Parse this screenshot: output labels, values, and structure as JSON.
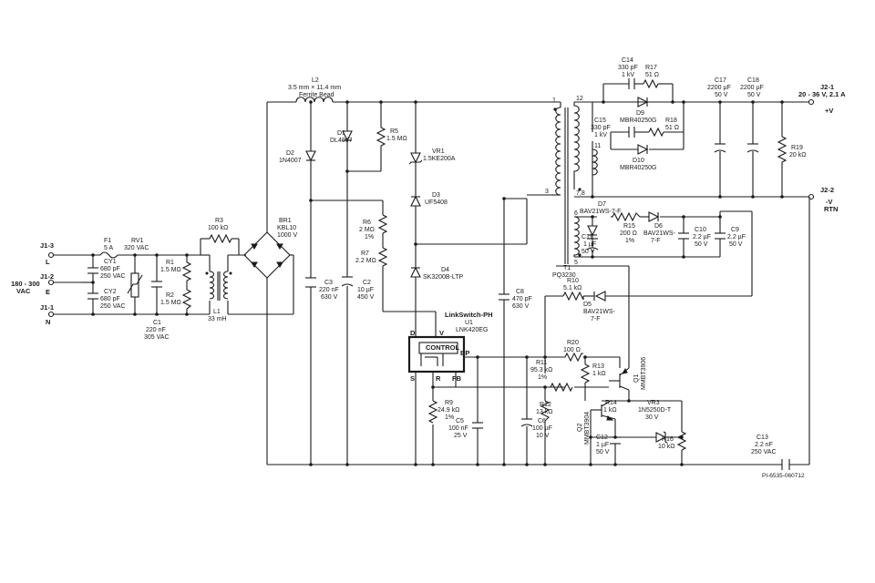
{
  "input": {
    "j1_3": "J1-3",
    "j1_3_pin": "L",
    "j1_2": "J1-2",
    "j1_2_pin": "E",
    "j1_1": "J1-1",
    "j1_1_pin": "N",
    "voltage_l1": "180 - 300",
    "voltage_l2": "VAC"
  },
  "output": {
    "j2_1": "J2-1",
    "j2_1_spec": "20 - 36 V, 2.1 A",
    "j2_1_pin": "+V",
    "j2_2": "J2-2",
    "j2_2_pin": "-V",
    "j2_2_rtn": "RTN"
  },
  "components": {
    "f1": [
      "F1",
      "5 A"
    ],
    "rv1": [
      "RV1",
      "320 VAC"
    ],
    "cy1": [
      "CY1",
      "680 pF",
      "250 VAC"
    ],
    "cy2": [
      "CY2",
      "680 pF",
      "250 VAC"
    ],
    "c1": [
      "C1",
      "220 nF",
      "305 VAC"
    ],
    "r1": [
      "R1",
      "1.5 MΩ"
    ],
    "r2": [
      "R2",
      "1.5 MΩ"
    ],
    "r3": [
      "R3",
      "100 kΩ"
    ],
    "l1": [
      "L1",
      "33 mH"
    ],
    "br1": [
      "BR1",
      "KBL10",
      "1000 V"
    ],
    "l2": [
      "L2",
      "3.5 mm × 11.4 mm",
      "Ferrite Bead"
    ],
    "d2": [
      "D2",
      "1N4007"
    ],
    "d1": [
      "D1",
      "DL4007"
    ],
    "r5": [
      "R5",
      "1.5 MΩ"
    ],
    "vr1": [
      "VR1",
      "1.5KE200A"
    ],
    "d3": [
      "D3",
      "UF5408"
    ],
    "r6": [
      "R6",
      "2 MΩ",
      "1%"
    ],
    "r7": [
      "R7",
      "2.2 MΩ"
    ],
    "d4": [
      "D4",
      "SK3200B-LTP"
    ],
    "c3": [
      "C3",
      "220 nF",
      "630 V"
    ],
    "c2": [
      "C2",
      "10 µF",
      "450 V"
    ],
    "c8": [
      "C8",
      "470 pF",
      "630 V"
    ],
    "u1": [
      "LinkSwitch-PH",
      "U1",
      "LNK420EG"
    ],
    "u1_control": "CONTROL",
    "u1_pins": [
      "D",
      "V",
      "S",
      "R",
      "FB",
      "BP"
    ],
    "r9": [
      "R9",
      "24.9 kΩ",
      "1%"
    ],
    "c5": [
      "C5",
      "100 nF",
      "25 V"
    ],
    "r11": [
      "R11",
      "95.3 kΩ",
      "1%"
    ],
    "r12": [
      "R12",
      "13 kΩ"
    ],
    "c6": [
      "C6",
      "100 µF",
      "10 V"
    ],
    "r20": [
      "R20",
      "100 Ω"
    ],
    "r13": [
      "R13",
      "1 kΩ"
    ],
    "q1": [
      "Q1",
      "MMBT3906"
    ],
    "q2": [
      "Q2",
      "MMBT3904"
    ],
    "r14": [
      "R14",
      "1 kΩ"
    ],
    "vr3": [
      "VR3",
      "1N5250D-T",
      "30 V"
    ],
    "c12": [
      "C12",
      "1 µF",
      "50 V"
    ],
    "r16": [
      "R16",
      "10 kΩ"
    ],
    "r10": [
      "R10",
      "5.1 kΩ"
    ],
    "d5": [
      "D5",
      "BAV21WS-",
      "7-F"
    ],
    "t1": [
      "T1",
      "PQ3230"
    ],
    "t1_pins": [
      "1",
      "3",
      "12",
      "11",
      "7,8",
      "6",
      "5"
    ],
    "c14": [
      "C14",
      "330 pF",
      "1 kV"
    ],
    "r17": [
      "R17",
      "51 Ω"
    ],
    "d9": [
      "D9",
      "MBR40250G"
    ],
    "c15": [
      "C15",
      "330 pF",
      "1 kV"
    ],
    "r18": [
      "R18",
      "51 Ω"
    ],
    "d10": [
      "D10",
      "MBR40250G"
    ],
    "d7": [
      "D7",
      "BAV21WS-7-F"
    ],
    "r15": [
      "R15",
      "200 Ω",
      "1%"
    ],
    "d6": [
      "D6",
      "BAV21WS-",
      "7-F"
    ],
    "c11": [
      "C11",
      "1 µF",
      "50 V"
    ],
    "c10": [
      "C10",
      "2.2 µF",
      "50 V"
    ],
    "c9": [
      "C9",
      "2.2 µF",
      "50 V"
    ],
    "c17": [
      "C17",
      "2200 µF",
      "50 V"
    ],
    "c18": [
      "C18",
      "2200 µF",
      "50 V"
    ],
    "r19": [
      "R19",
      "20 kΩ"
    ],
    "c13": [
      "C13",
      "2.2 nF",
      "250 VAC"
    ]
  },
  "drawing_number": "PI-6535-060712"
}
